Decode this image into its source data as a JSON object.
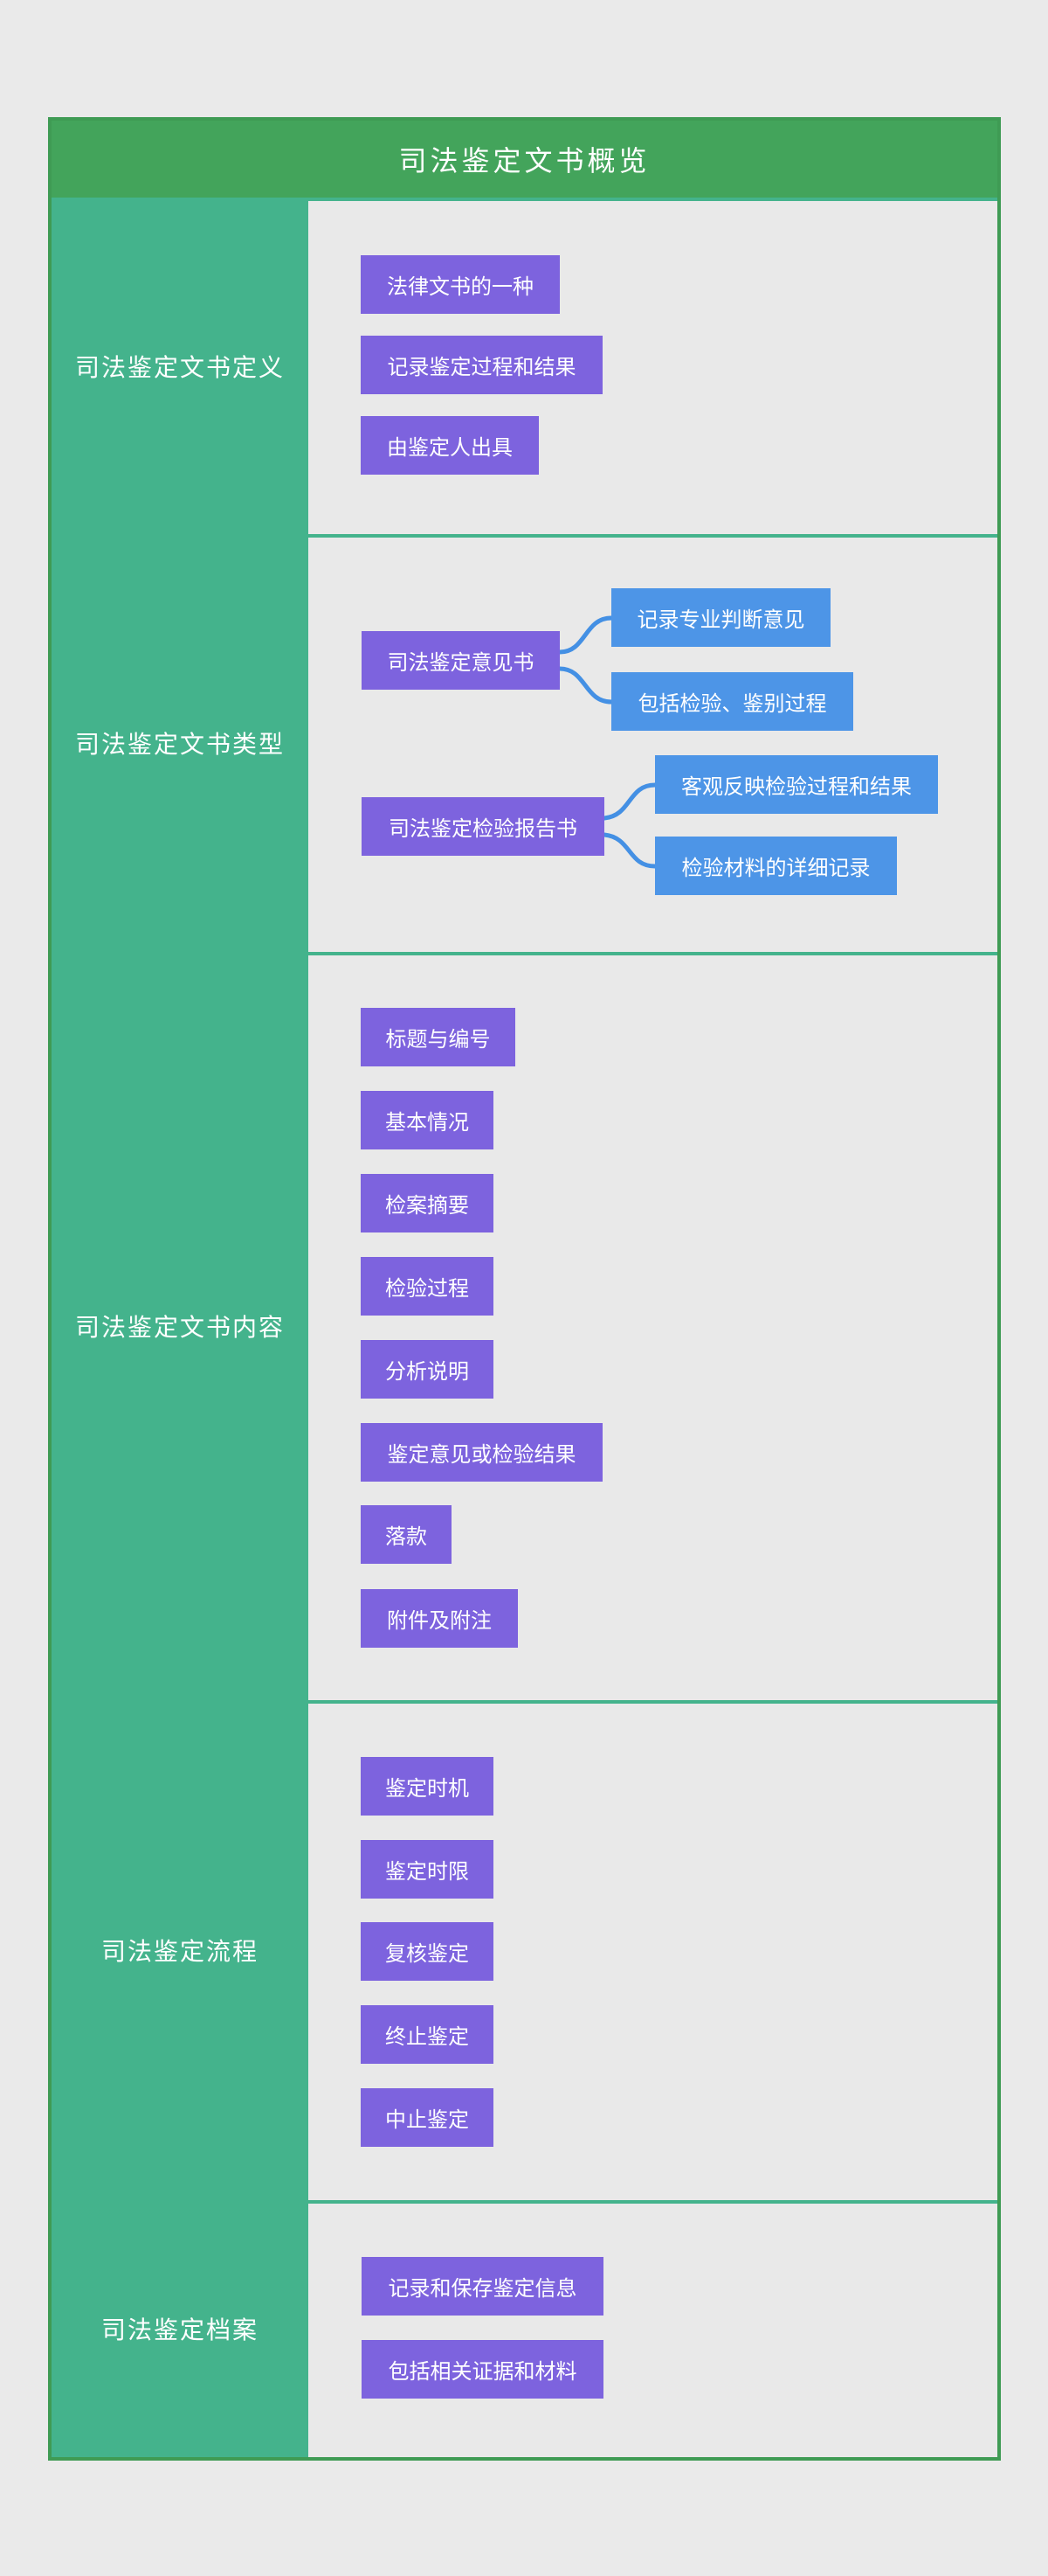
{
  "title": "司法鉴定文书概览",
  "colors": {
    "header_green": "#43A45B",
    "border_green": "#3F9B54",
    "sidebar_teal": "#44B38C",
    "node_purple": "#7D63DE",
    "node_blue": "#4D95E7",
    "connector_blue": "#4490E4",
    "background_gray": "#E9E9E9",
    "text_white": "#FFFFFF"
  },
  "sections": [
    {
      "label": "司法鉴定文书定义",
      "items": [
        "法律文书的一种",
        "记录鉴定过程和结果",
        "由鉴定人出具"
      ]
    },
    {
      "label": "司法鉴定文书类型",
      "branches": [
        {
          "label": "司法鉴定意见书",
          "children": [
            "记录专业判断意见",
            "包括检验、鉴别过程"
          ]
        },
        {
          "label": "司法鉴定检验报告书",
          "children": [
            "客观反映检验过程和结果",
            "检验材料的详细记录"
          ]
        }
      ]
    },
    {
      "label": "司法鉴定文书内容",
      "items": [
        "标题与编号",
        "基本情况",
        "检案摘要",
        "检验过程",
        "分析说明",
        "鉴定意见或检验结果",
        "落款",
        "附件及附注"
      ]
    },
    {
      "label": "司法鉴定流程",
      "items": [
        "鉴定时机",
        "鉴定时限",
        "复核鉴定",
        "终止鉴定",
        "中止鉴定"
      ]
    },
    {
      "label": "司法鉴定档案",
      "items": [
        "记录和保存鉴定信息",
        "包括相关证据和材料"
      ]
    }
  ]
}
